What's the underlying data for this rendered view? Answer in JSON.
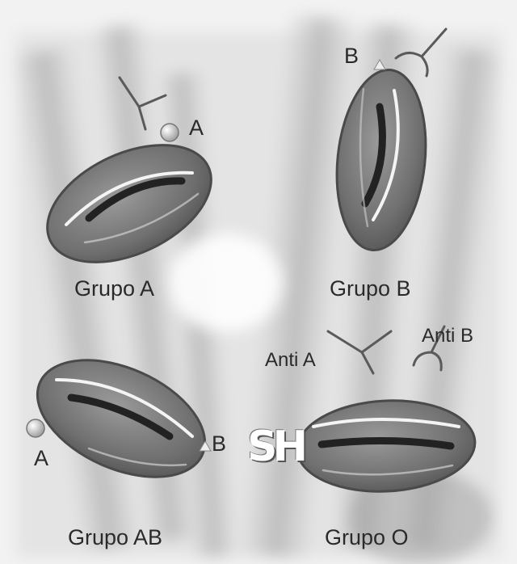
{
  "groups": {
    "a": {
      "label": "Grupo A"
    },
    "b": {
      "label": "Grupo B"
    },
    "ab": {
      "label": "Grupo AB"
    },
    "o": {
      "label": "Grupo O"
    }
  },
  "antigens": {
    "a_top": "A",
    "b_top": "B",
    "ab_a": "A",
    "ab_b": "B"
  },
  "antibodies": {
    "anti_a": "Anti A",
    "anti_b": "Anti B"
  },
  "watermark": {
    "text": "SH"
  },
  "colors": {
    "cell_fill": "#7a7a7a",
    "cell_outline": "#4a4a4a",
    "cell_groove": "#222222",
    "highlight": "#f4f4f4",
    "text": "#2a2a2a"
  }
}
